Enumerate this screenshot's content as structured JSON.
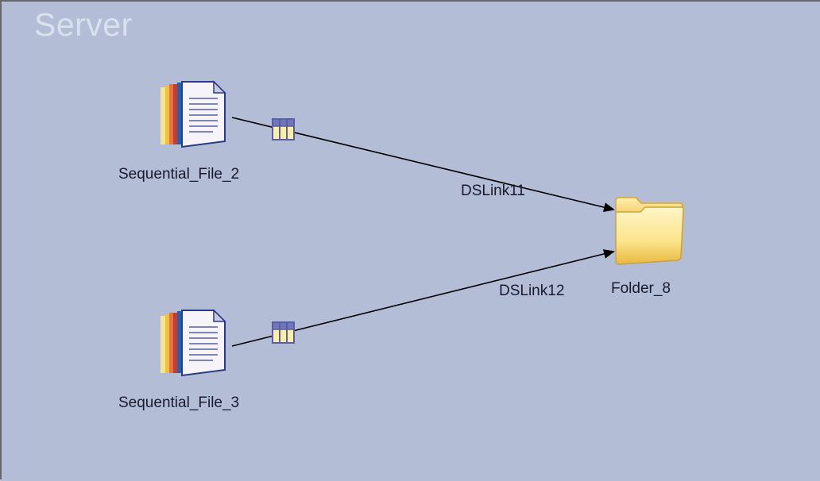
{
  "canvas": {
    "container_label": "Server",
    "background_color": "#b3bed6",
    "border_color": "#68686c"
  },
  "stages": [
    {
      "id": "seq2",
      "label": "Sequential_File_2",
      "type": "sequential-file",
      "icon": "sequential-file-icon"
    },
    {
      "id": "seq3",
      "label": "Sequential_File_3",
      "type": "sequential-file",
      "icon": "sequential-file-icon"
    },
    {
      "id": "folder8",
      "label": "Folder_8",
      "type": "folder",
      "icon": "folder-icon"
    }
  ],
  "links": [
    {
      "label": "DSLink11",
      "from": "Sequential_File_2",
      "to": "Folder_8",
      "marker_icon": "link-table-icon"
    },
    {
      "label": "DSLink12",
      "from": "Sequential_File_3",
      "to": "Folder_8",
      "marker_icon": "link-table-icon"
    }
  ]
}
